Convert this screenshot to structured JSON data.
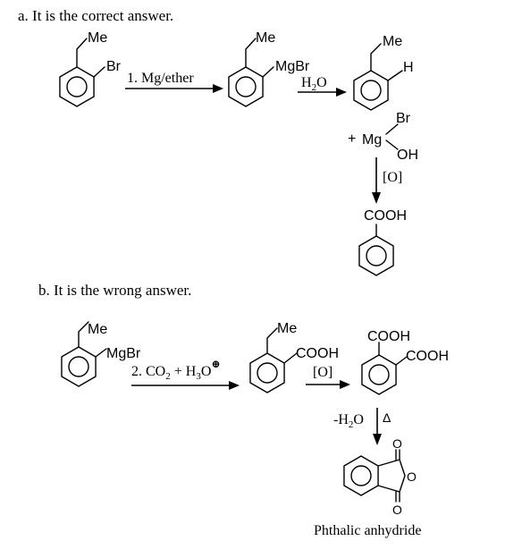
{
  "part_a": {
    "heading": "a. It is the correct answer.",
    "start": {
      "sub1": "Me",
      "sub2": "Br"
    },
    "step1": {
      "reagent": "1. Mg/ether"
    },
    "grignard": {
      "sub1": "Me",
      "sub2": "MgBr"
    },
    "step2": {
      "reagent_main": "H",
      "reagent_sub": "2",
      "reagent_end": "O"
    },
    "product": {
      "sub1": "Me",
      "sub2": "H"
    },
    "byproduct": {
      "plus": "+",
      "metal": "Mg",
      "top": "Br",
      "bottom": "OH"
    },
    "step3": {
      "reagent": "[O]"
    },
    "final": {
      "group": "COOH"
    }
  },
  "part_b": {
    "heading": "b. It is the wrong answer.",
    "start": {
      "sub1": "Me",
      "sub2": "MgBr"
    },
    "step1": {
      "p1": "2. CO",
      "s1": "2",
      "p2": " + H",
      "s2": "3",
      "p3": "O",
      "sup": "⊕"
    },
    "acid": {
      "sub1": "Me",
      "sub2": "COOH"
    },
    "step2": {
      "reagent": "[O]"
    },
    "diacid": {
      "sub1": "COOH",
      "sub2": "COOH"
    },
    "step3": {
      "p1": "-H",
      "s1": "2",
      "p2": "O",
      "heat": "Δ"
    },
    "anhydride": {
      "o1": "O",
      "o2": "O",
      "o3": "O",
      "name": "Phthalic anhydride"
    }
  }
}
